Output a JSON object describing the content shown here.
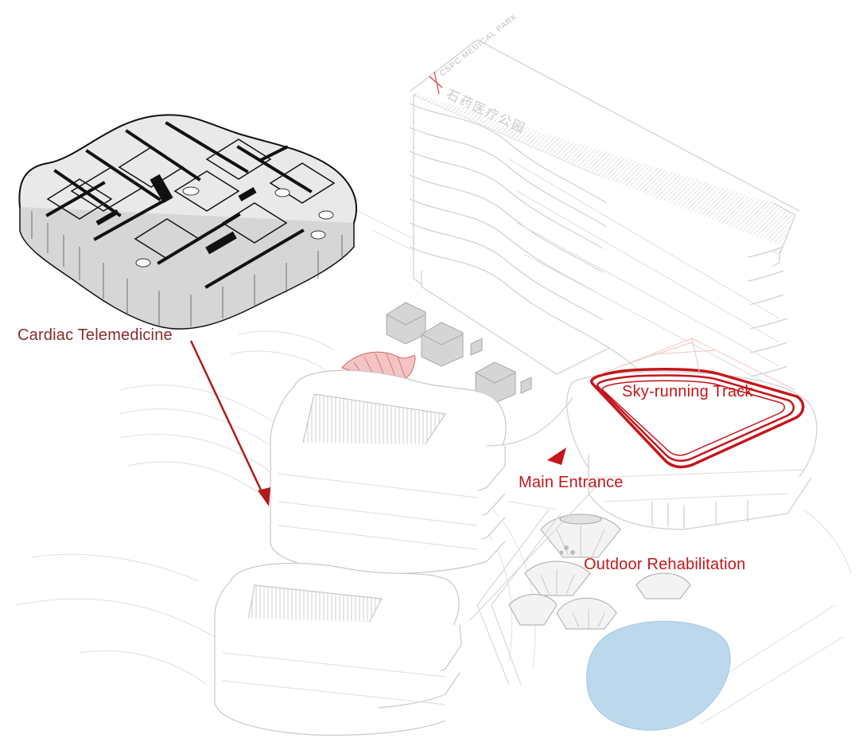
{
  "labels": {
    "cardiac_telemedicine": "Cardiac Telemedicine",
    "sky_running_track": "Sky-running Track",
    "main_entrance": "Main Entrance",
    "outdoor_rehabilitation": "Outdoor Rehabilitation"
  },
  "signage": {
    "roof_text": "CSPC MEDICAL PARK",
    "facade_text": "石药医疗公园"
  },
  "colors": {
    "accent": "#c4161c",
    "accent_dark": "#8a2a2a",
    "line": "#cfcfcf",
    "floorplan": "#111111",
    "pond": "#bcd8ec"
  }
}
